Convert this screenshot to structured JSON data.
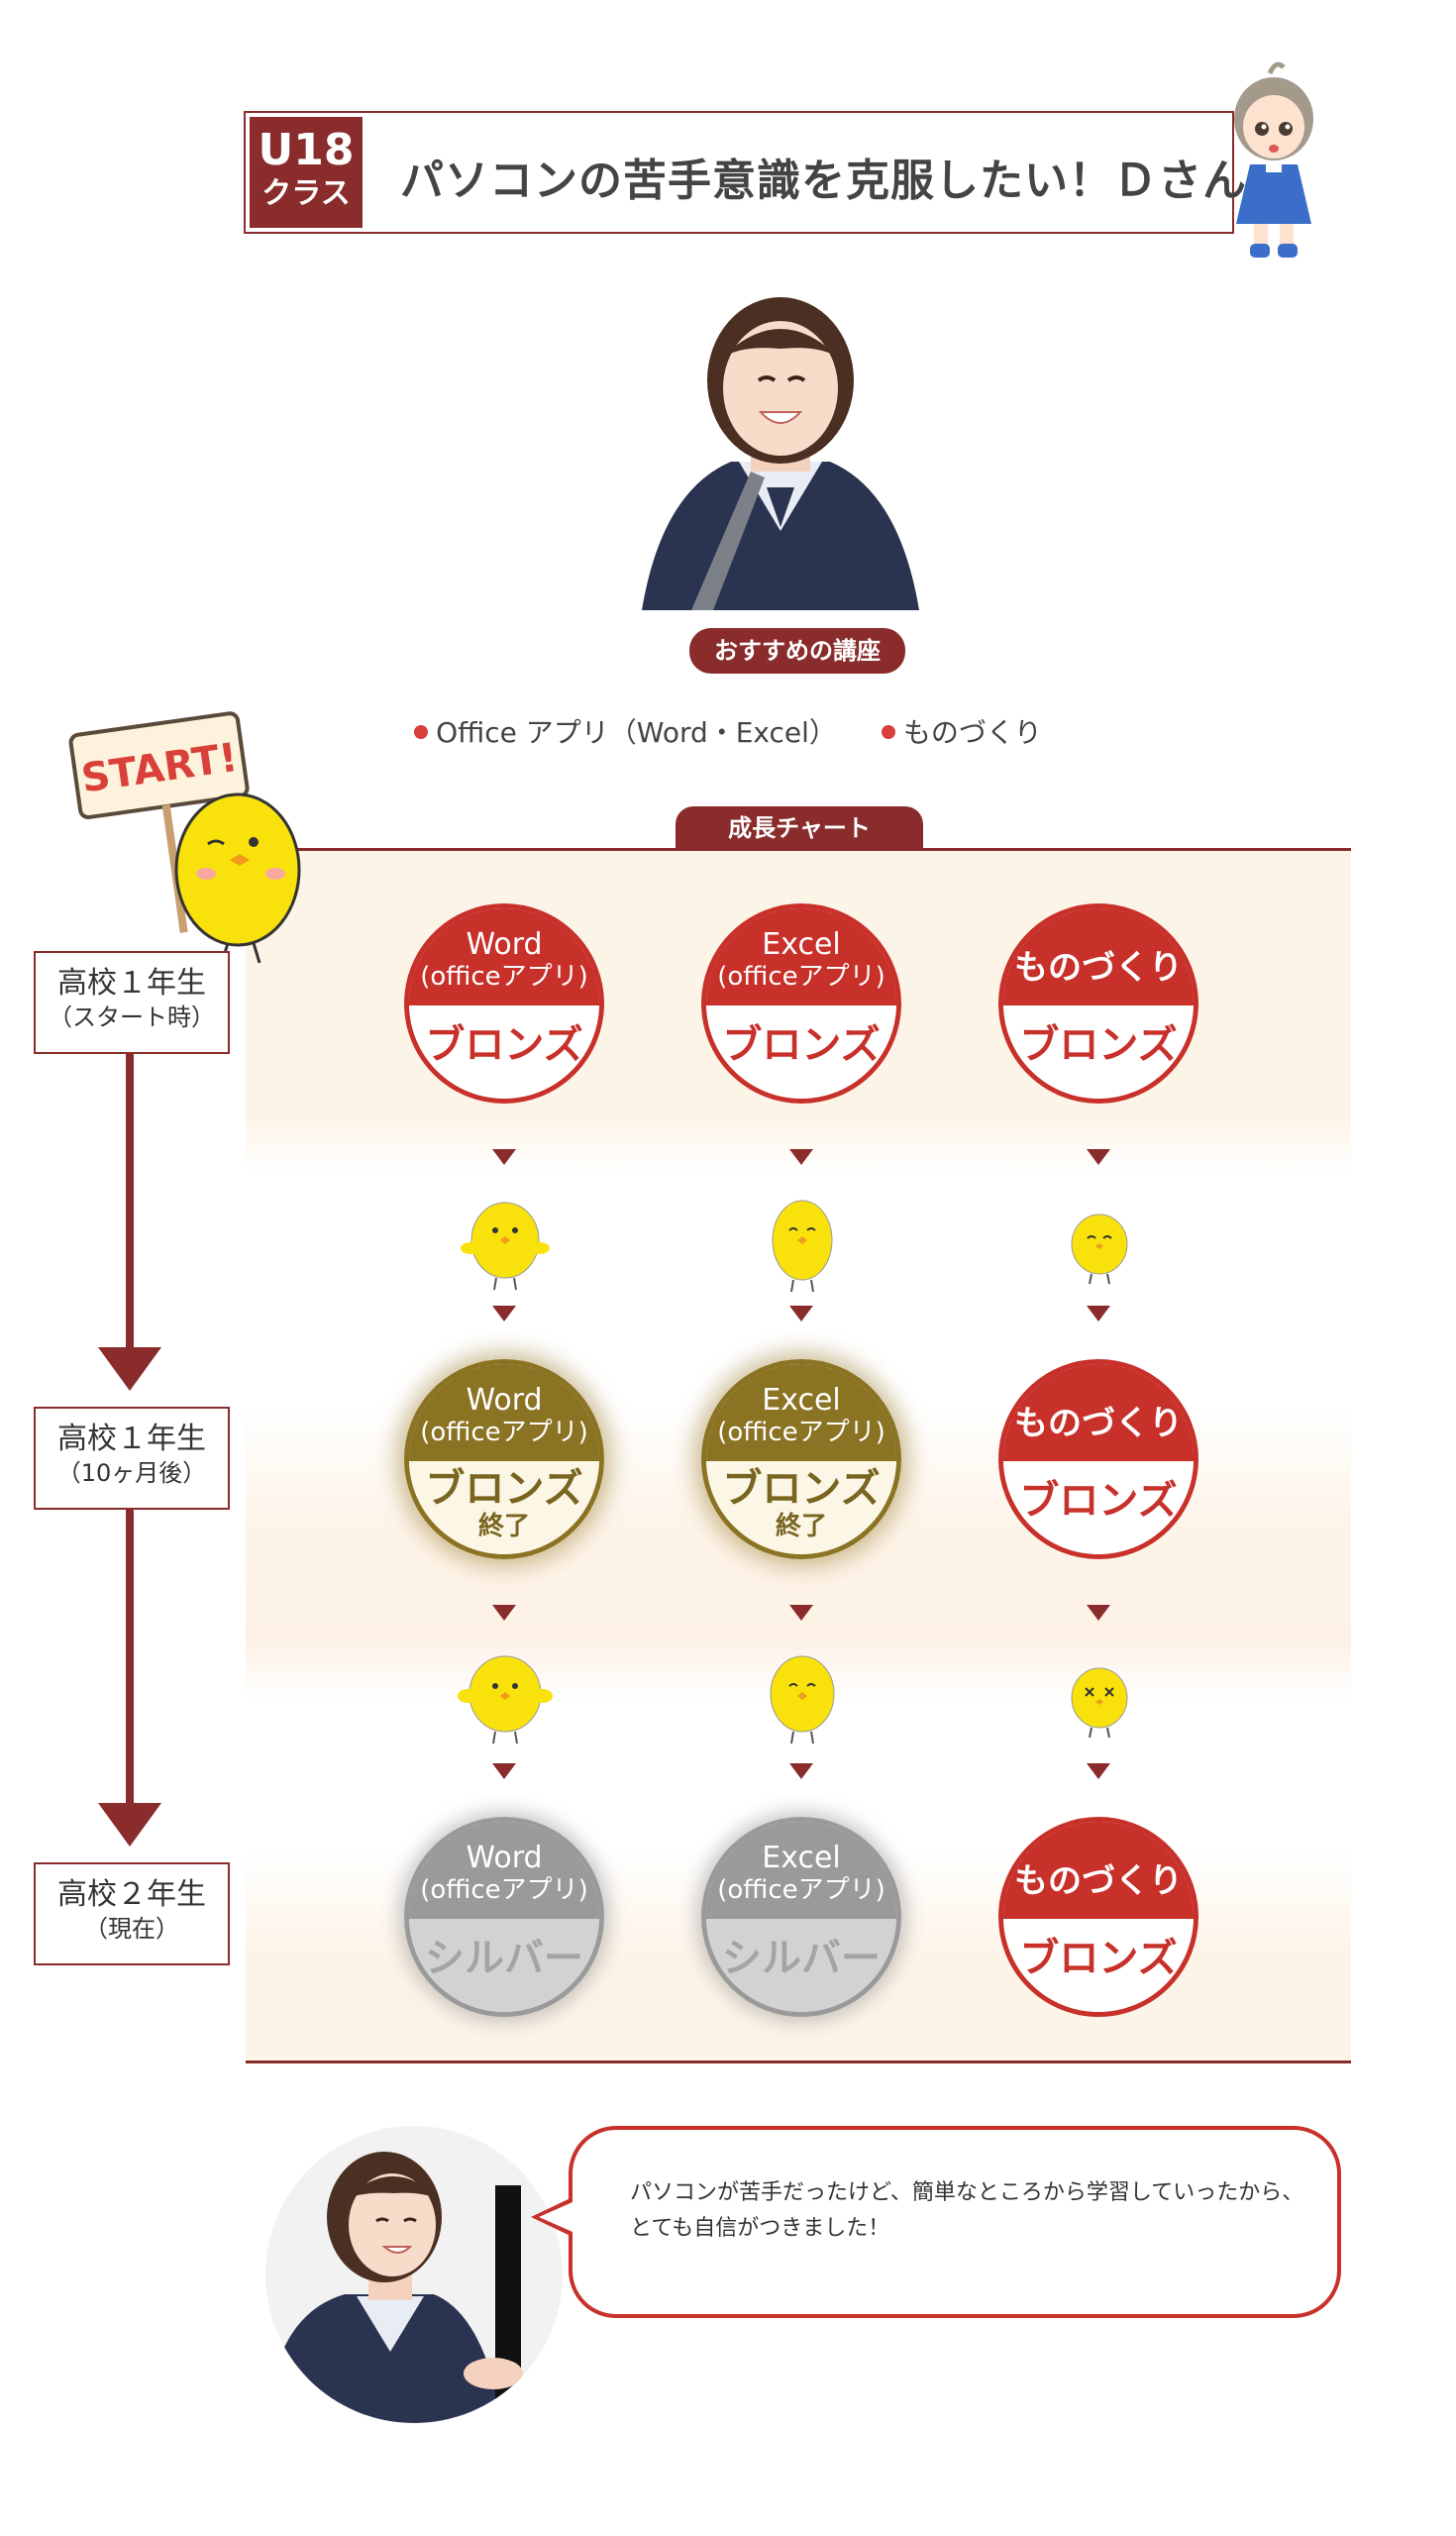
{
  "header": {
    "badge_line1": "U18",
    "badge_line2": "クラス",
    "title": "パソコンの苦手意識を克服したい！Ｄさん"
  },
  "recommended": {
    "label": "おすすめの講座",
    "courses": [
      "Office アプリ（Word・Excel）",
      "ものづくり"
    ]
  },
  "start_sign": "START!",
  "chart": {
    "title": "成長チャート",
    "stages": [
      {
        "name": "高校１年生",
        "note": "（スタート時）"
      },
      {
        "name": "高校１年生",
        "note": "（10ヶ月後）"
      },
      {
        "name": "高校２年生",
        "note": "（現在）"
      }
    ],
    "row1": [
      {
        "line1": "Word",
        "line2": "(officeアプリ)",
        "rank": "ブロンズ"
      },
      {
        "line1": "Excel",
        "line2": "(officeアプリ)",
        "rank": "ブロンズ"
      },
      {
        "single": "ものづくり",
        "rank": "ブロンズ"
      }
    ],
    "row2": [
      {
        "line1": "Word",
        "line2": "(officeアプリ)",
        "rank": "ブロンズ",
        "sub": "終了"
      },
      {
        "line1": "Excel",
        "line2": "(officeアプリ)",
        "rank": "ブロンズ",
        "sub": "終了"
      },
      {
        "single": "ものづくり",
        "rank": "ブロンズ"
      }
    ],
    "row3": [
      {
        "line1": "Word",
        "line2": "(officeアプリ)",
        "rank": "シルバー"
      },
      {
        "line1": "Excel",
        "line2": "(officeアプリ)",
        "rank": "シルバー"
      },
      {
        "single": "ものづくり",
        "rank": "ブロンズ"
      }
    ]
  },
  "comment": {
    "line1": "パソコンが苦手だったけど、簡単なところから学習していったから、",
    "line2": "とても自信がつきました！"
  },
  "colors": {
    "brand": "#8a2c2c",
    "red": "#c8302a",
    "gold": "#8a7322",
    "silver": "#9a9a9a"
  }
}
